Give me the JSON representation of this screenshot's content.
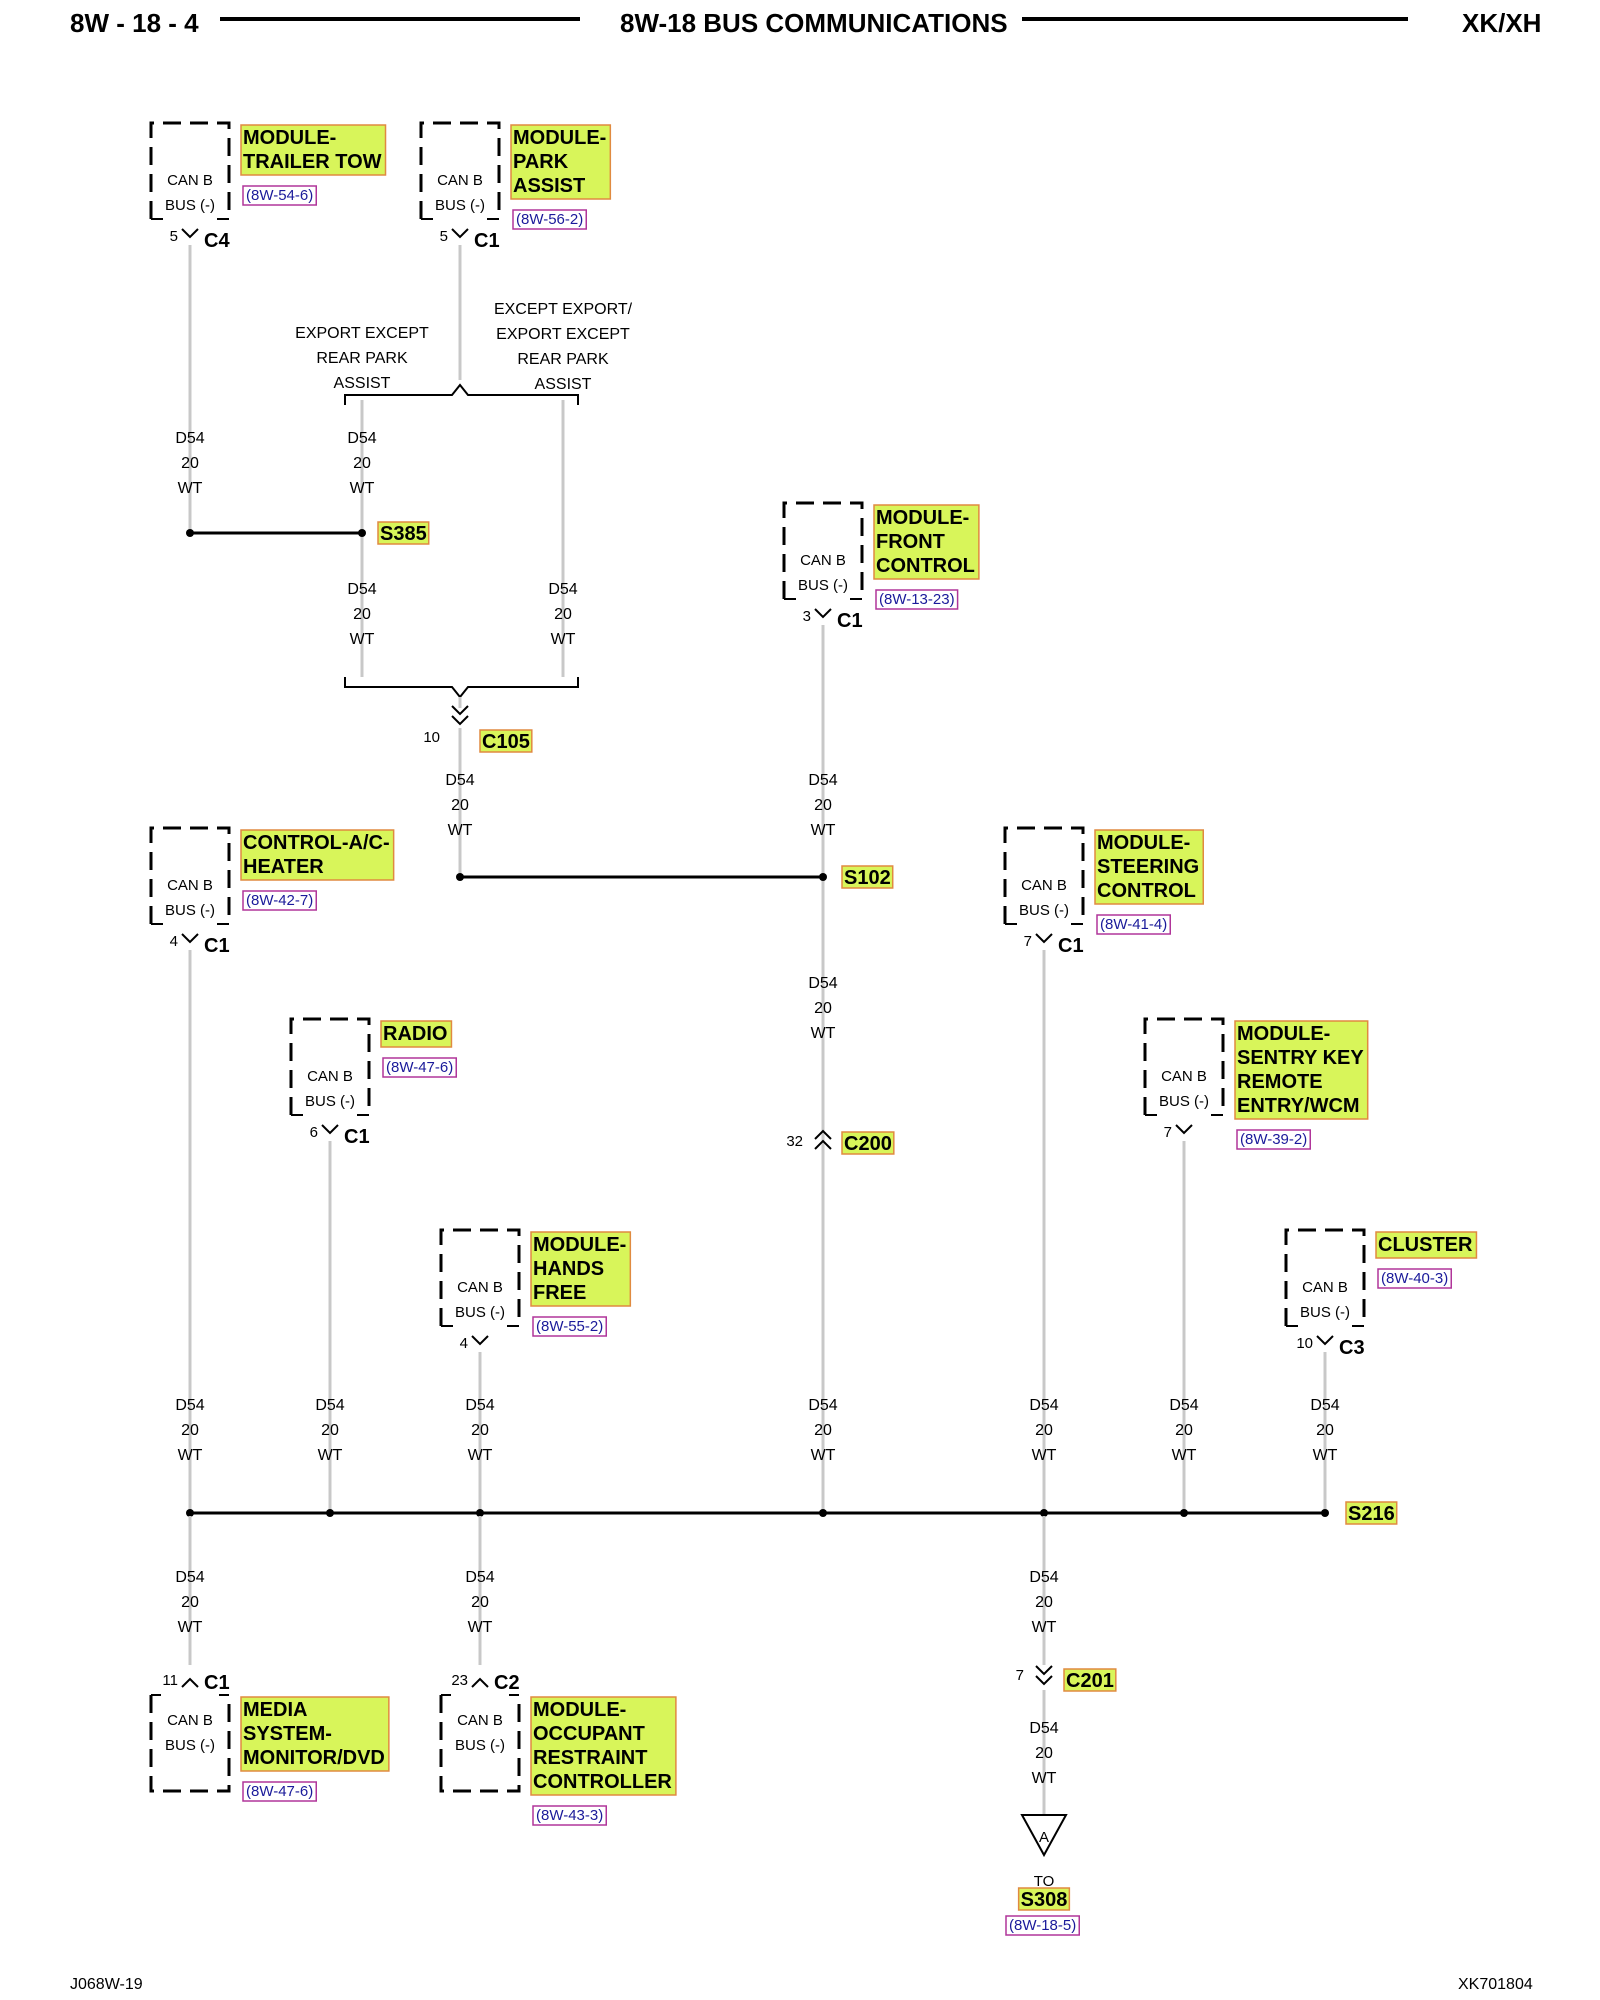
{
  "header": {
    "left": "8W - 18 - 4",
    "center": "8W-18 BUS COMMUNICATIONS",
    "right": "XK/XH"
  },
  "footer": {
    "left": "J068W-19",
    "right": "XK701804"
  },
  "wire": {
    "circuit": "D54",
    "gauge": "20",
    "color": "WT"
  },
  "pin_label": {
    "line1": "CAN B",
    "line2": "BUS (-)"
  },
  "options": {
    "left": [
      "EXPORT EXCEPT",
      "REAR PARK",
      "ASSIST"
    ],
    "right": [
      "EXCEPT EXPORT/",
      "EXPORT EXCEPT",
      "REAR PARK",
      "ASSIST"
    ]
  },
  "modules": [
    {
      "id": "trailer-tow",
      "lines": [
        "MODULE-",
        "TRAILER TOW"
      ],
      "ref": "8W-54-6",
      "pin": "5",
      "connector": "C4"
    },
    {
      "id": "park-assist",
      "lines": [
        "MODULE-",
        "PARK",
        "ASSIST"
      ],
      "ref": "8W-56-2",
      "pin": "5",
      "connector": "C1"
    },
    {
      "id": "front-control",
      "lines": [
        "MODULE-",
        "FRONT",
        "CONTROL"
      ],
      "ref": "8W-13-23",
      "pin": "3",
      "connector": "C1"
    },
    {
      "id": "ac-heater",
      "lines": [
        "CONTROL-A/C-",
        "HEATER"
      ],
      "ref": "8W-42-7",
      "pin": "4",
      "connector": "C1"
    },
    {
      "id": "steering",
      "lines": [
        "MODULE-",
        "STEERING",
        "CONTROL"
      ],
      "ref": "8W-41-4",
      "pin": "7",
      "connector": "C1"
    },
    {
      "id": "radio",
      "lines": [
        "RADIO"
      ],
      "ref": "8W-47-6",
      "pin": "6",
      "connector": "C1"
    },
    {
      "id": "sentry-key",
      "lines": [
        "MODULE-",
        "SENTRY KEY",
        "REMOTE",
        "ENTRY/WCM"
      ],
      "ref": "8W-39-2",
      "pin": "7",
      "connector": ""
    },
    {
      "id": "hands-free",
      "lines": [
        "MODULE-",
        "HANDS",
        "FREE"
      ],
      "ref": "8W-55-2",
      "pin": "4",
      "connector": ""
    },
    {
      "id": "cluster",
      "lines": [
        "CLUSTER"
      ],
      "ref": "8W-40-3",
      "pin": "10",
      "connector": "C3"
    },
    {
      "id": "media",
      "lines": [
        "MEDIA",
        "SYSTEM-",
        "MONITOR/DVD"
      ],
      "ref": "8W-47-6",
      "pin": "11",
      "connector": "C1"
    },
    {
      "id": "occupant",
      "lines": [
        "MODULE-",
        "OCCUPANT",
        "RESTRAINT",
        "CONTROLLER"
      ],
      "ref": "8W-43-3",
      "pin": "23",
      "connector": "C2"
    }
  ],
  "splices": {
    "s385": "S385",
    "s102": "S102",
    "s216": "S216"
  },
  "inline": {
    "c105": {
      "pin": "10",
      "name": "C105"
    },
    "c200": {
      "pin": "32",
      "name": "C200"
    },
    "c201": {
      "pin": "7",
      "name": "C201"
    }
  },
  "offpage": {
    "letter": "A",
    "to": "TO",
    "dest": "S308",
    "ref": "8W-18-5"
  }
}
